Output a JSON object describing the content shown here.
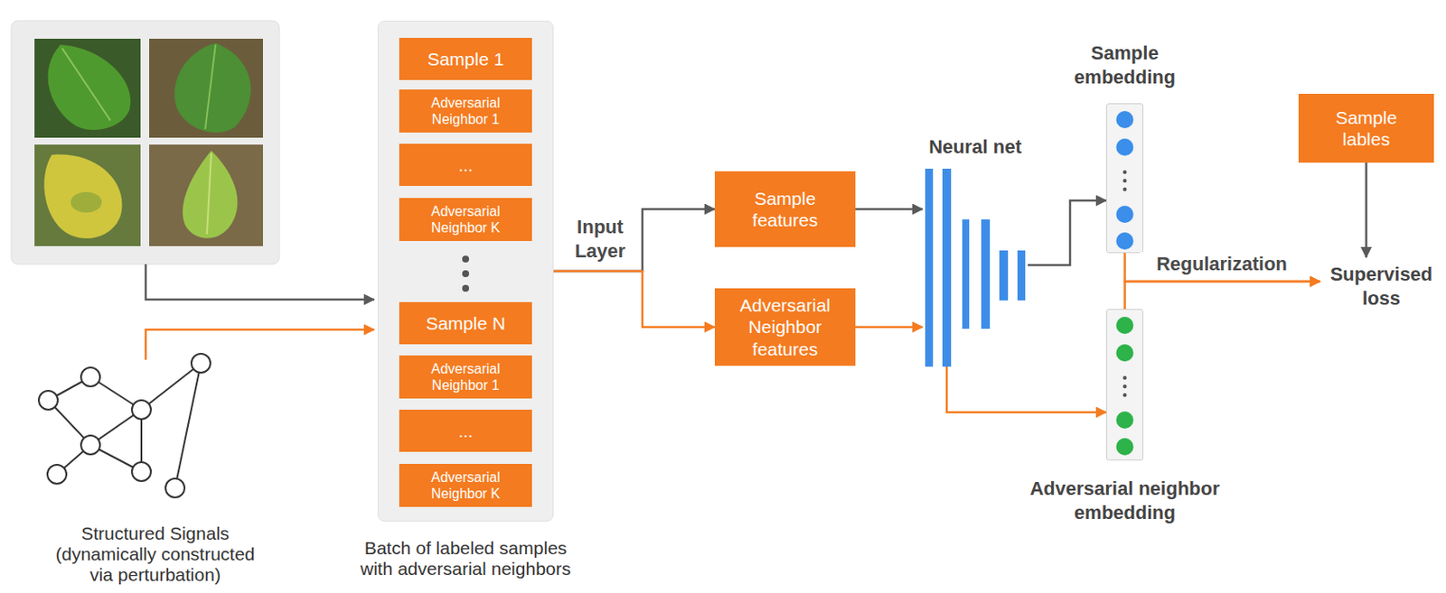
{
  "diagram": {
    "nodes": [
      {
        "text": [
          "Batch of labeled samples with adversarial neighbors"
        ]
      },
      {
        "text": [
          "Sample 1"
        ],
        "in": 0
      },
      {
        "text": [
          "Adversarial Neighbor 1"
        ],
        "in": 0
      },
      {
        "text": [
          "..."
        ],
        "in": 0
      },
      {
        "text": [
          "Adversarial Neighbor K"
        ],
        "in": 0
      },
      {
        "text": [
          "Sample N"
        ],
        "in": 0
      },
      {
        "text": [
          "Adversarial Neighbor 1"
        ],
        "in": 0
      },
      {
        "text": [
          "..."
        ],
        "in": 0
      },
      {
        "text": [
          "Adversarial Neighbor K"
        ],
        "in": 0
      },
      {
        "text": [
          "Sample features"
        ]
      },
      {
        "text": [
          "Adversarial Neighbor features"
        ]
      },
      {
        "text": [
          "Neural net"
        ]
      },
      {
        "text": [
          "Sample embedding"
        ]
      },
      {
        "text": [
          "Adversarial neighbor embedding"
        ]
      },
      {
        "text": [
          "Sample lables"
        ]
      },
      {
        "text": [
          "Supervised loss"
        ]
      }
    ],
    "edges": [
      {
        "from": 0,
        "to": 9,
        "arrow": "to",
        "label": "Input Layer"
      },
      {
        "from": 0,
        "to": 10,
        "arrow": "to"
      },
      {
        "from": 9,
        "to": 11,
        "arrow": "to"
      },
      {
        "from": 10,
        "to": 11,
        "arrow": "to"
      },
      {
        "from": 11,
        "to": 12,
        "arrow": "to"
      },
      {
        "from": 11,
        "to": 13,
        "arrow": "to"
      },
      {
        "from": 12,
        "to": 15,
        "arrow": "to",
        "label": "Regularization"
      },
      {
        "from": 13,
        "to": 15,
        "arrow": "to"
      },
      {
        "from": 14,
        "to": 15,
        "arrow": "to"
      }
    ],
    "labels": [
      "Structured Signals (dynamically constructed via perturbation)"
    ]
  }
}
